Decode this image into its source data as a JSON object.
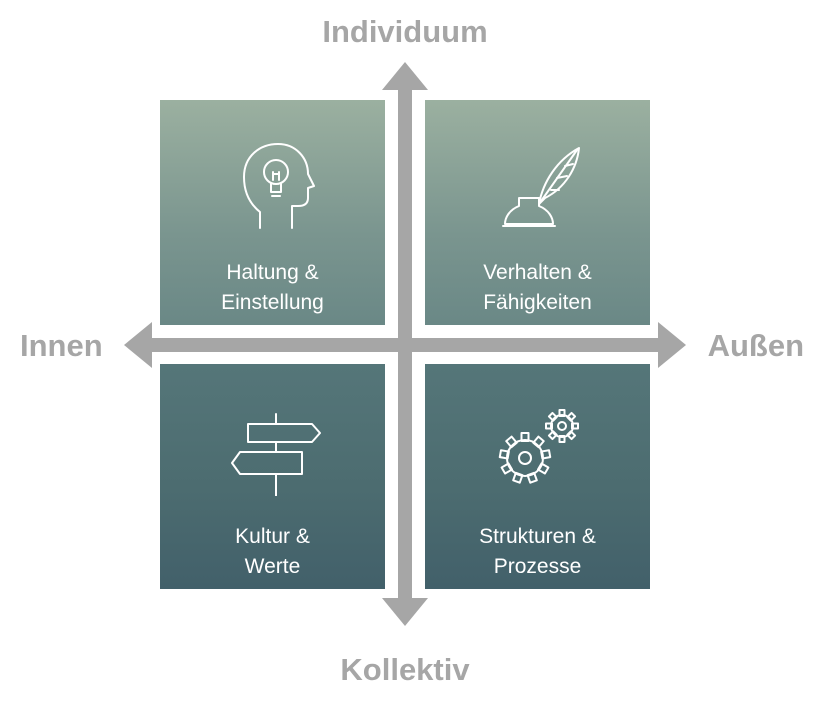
{
  "axes": {
    "top": "Individuum",
    "bottom": "Kollektiv",
    "left": "Innen",
    "right": "Außen"
  },
  "quadrants": {
    "top_left": {
      "line1": "Haltung &",
      "line2": "Einstellung",
      "icon": "head-lightbulb-icon"
    },
    "top_right": {
      "line1": "Verhalten &",
      "line2": "Fähigkeiten",
      "icon": "quill-inkwell-icon"
    },
    "bottom_left": {
      "line1": "Kultur &",
      "line2": "Werte",
      "icon": "signpost-icon"
    },
    "bottom_right": {
      "line1": "Strukturen &",
      "line2": "Prozesse",
      "icon": "gears-icon"
    }
  },
  "colors": {
    "axis": "#a6a6a6",
    "quadrant_top": "#7a958f",
    "quadrant_bottom": "#4c6c70",
    "text": "#ffffff"
  }
}
